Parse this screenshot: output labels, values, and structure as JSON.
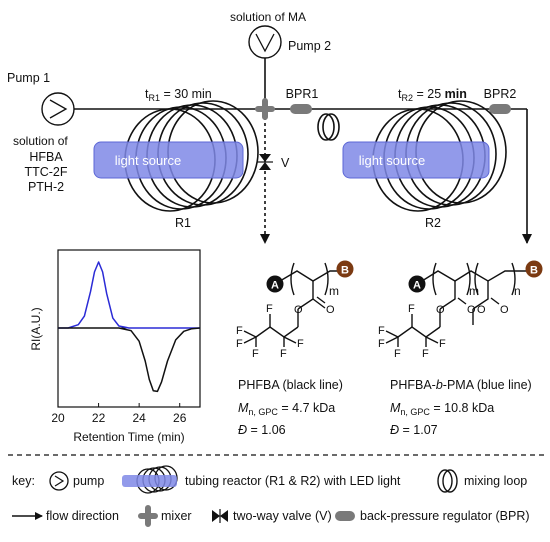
{
  "flow": {
    "pump1_label": "Pump 1",
    "pump2_label": "Pump 2",
    "solution_ma": "solution of MA",
    "solution_of": "solution of",
    "reagents": [
      "HFBA",
      "TTC-2F",
      "PTH-2"
    ],
    "tr1_prefix": "t",
    "tr1_sub": "R1",
    "tr1_value": " = 30 min",
    "tr2_prefix": "t",
    "tr2_sub": "R2",
    "tr2_value": " = 25 ",
    "tr2_unit": "min",
    "bpr1": "BPR1",
    "bpr2": "BPR2",
    "light_source": "light source",
    "valve_label": "V",
    "reactor1": "R1",
    "reactor2": "R2"
  },
  "chart_data": {
    "type": "line",
    "xlabel": "Retention Time (min)",
    "ylabel": "RI(A.U.)",
    "xlim": [
      20,
      27
    ],
    "xticks": [
      20,
      22,
      24,
      26
    ],
    "series": [
      {
        "color": "#2b2bd6",
        "peak": "positive",
        "x": [
          20.0,
          20.5,
          21.0,
          21.3,
          21.6,
          21.8,
          22.0,
          22.2,
          22.4,
          22.7,
          23.0,
          23.5,
          24.0,
          25.0,
          26.0,
          27.0
        ],
        "y": [
          0.0,
          0.0,
          0.05,
          0.18,
          0.55,
          0.85,
          1.0,
          0.85,
          0.52,
          0.15,
          0.03,
          0.0,
          0.0,
          0.0,
          0.0,
          0.0
        ]
      },
      {
        "color": "#111111",
        "peak": "negative",
        "x": [
          20.0,
          21.0,
          22.0,
          23.0,
          23.6,
          24.0,
          24.3,
          24.5,
          24.7,
          24.9,
          25.1,
          25.4,
          25.8,
          26.2,
          26.6,
          27.0
        ],
        "y": [
          0.0,
          0.0,
          0.0,
          0.0,
          -0.04,
          -0.2,
          -0.5,
          -0.78,
          -0.95,
          -0.96,
          -0.82,
          -0.5,
          -0.18,
          -0.05,
          -0.01,
          0.0
        ]
      }
    ]
  },
  "structures": {
    "a_label": "A",
    "b_label": "B",
    "m_label": "m",
    "n_label": "n",
    "f_label": "F",
    "o_label": "O",
    "phfba_name": "PHFBA (black line)",
    "phfba_mn_symbol": "M",
    "phfba_mn_sub": "n, GPC",
    "phfba_mn_value": " = 4.7 kDa",
    "phfba_d_symbol": "Đ",
    "phfba_d_value": " = 1.06",
    "block_name_pre": "PHFBA-",
    "block_name_b": "b",
    "block_name_post": "-PMA (blue line)",
    "block_mn_symbol": "M",
    "block_mn_sub": "n, GPC",
    "block_mn_value": " = 10.8 kDa",
    "block_d_symbol": "Đ",
    "block_d_value": " = 1.07"
  },
  "key": {
    "key_label": "key:",
    "pump": "pump",
    "tubing": "tubing reactor (R1 & R2) with LED light",
    "mixing_loop": "mixing loop",
    "flow_direction": "flow direction",
    "mixer": "mixer",
    "valve": "two-way valve (V)",
    "bpr": "back-pressure regulator (BPR)"
  },
  "colors": {
    "blue_fill": "#7f88e6",
    "bpr_gray": "#7a7a7a",
    "a_circle": "#111111",
    "b_circle": "#7b3a12"
  }
}
